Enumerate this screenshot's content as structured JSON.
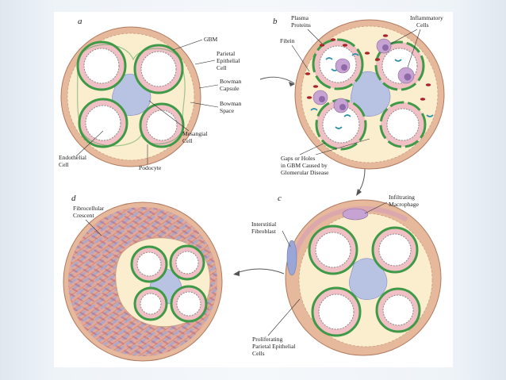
{
  "figure": {
    "panels": {
      "a": "a",
      "b": "b",
      "c": "c",
      "d": "d"
    },
    "labels_a": {
      "gbm": "GBM",
      "parietal_1": "Parietal",
      "parietal_2": "Epithelial",
      "parietal_3": "Cell",
      "bowman_capsule_1": "Bowman",
      "bowman_capsule_2": "Capsule",
      "bowman_space_1": "Bowman",
      "bowman_space_2": "Space",
      "mesangial_1": "Mesangial",
      "mesangial_2": "Cell",
      "endothelial_1": "Endothelial",
      "endothelial_2": "Cell",
      "podocyte": "Podocyte"
    },
    "labels_b": {
      "plasma_1": "Plasma",
      "plasma_2": "Proteins",
      "fibrin": "Fibrin",
      "inflammatory_1": "Inflammatory",
      "inflammatory_2": "Cells",
      "gaps_1": "Gaps or Holes",
      "gaps_2": "in GBM Caused by",
      "gaps_3": "Glomerular Disease"
    },
    "labels_c": {
      "infiltrating_1": "Infiltrating",
      "infiltrating_2": "Macrophage",
      "interstitial_1": "Interstitial",
      "interstitial_2": "Fibroblast",
      "proliferating_1": "Proliferating",
      "proliferating_2": "Parietal Epithelial",
      "proliferating_3": "Cells"
    },
    "labels_d": {
      "fibrocellular_1": "Fibrocellular",
      "fibrocellular_2": "Crescent"
    },
    "colors": {
      "capsule": "#e6b89c",
      "space": "#fbeecf",
      "gbm": "#3f9a48",
      "mesangial": "#b8c3e4",
      "endothelial": "#f0c0c4",
      "inflammatory": "#c6a3d2",
      "plasma": "#a8262a",
      "fibrin": "#2d8fa5",
      "crescent": "#d69c8e"
    }
  }
}
